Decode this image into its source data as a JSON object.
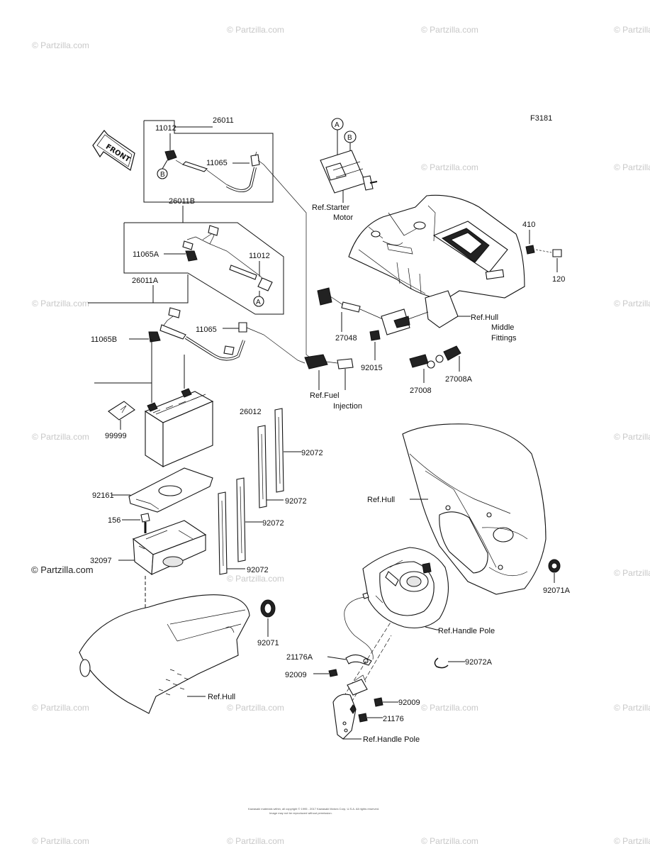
{
  "figure_code": "F3181",
  "front_label": "FRONT",
  "watermark_text": "© Partzilla.com",
  "copyright_lines": [
    "Kawasaki materials within, all copyright © 1995 - 2017 Kawasaki Motors Corp, U.S.A. All rights reserved.",
    "Image may not be reproduced without permission."
  ],
  "callouts": {
    "A": "A",
    "B": "B"
  },
  "parts": {
    "p26011": "26011",
    "p11012_top": "11012",
    "p11065_top": "11065",
    "p26011B": "26011B",
    "p11065A": "11065A",
    "p11012_mid": "11012",
    "p26011A": "26011A",
    "p11065": "11065",
    "p11065B": "11065B",
    "p26012": "26012",
    "p99999": "99999",
    "p92072_a": "92072",
    "p92072_b": "92072",
    "p92072_c": "92072",
    "p92072_d": "92072",
    "p92161": "92161",
    "p156": "156",
    "p32097": "32097",
    "p92071": "92071",
    "p410": "410",
    "p120": "120",
    "p27048": "27048",
    "p92015": "92015",
    "p27008": "27008",
    "p27008A": "27008A",
    "p92071A": "92071A",
    "p21176A": "21176A",
    "p92009_a": "92009",
    "p92009_b": "92009",
    "p21176": "21176",
    "p92072A": "92072A"
  },
  "refs": {
    "starter_line1": "Ref.Starter",
    "starter_line2": "Motor",
    "hull_mid_line1": "Ref.Hull",
    "hull_mid_line2": "Middle",
    "hull_mid_line3": "Fittings",
    "fuel_line1": "Ref.Fuel",
    "fuel_line2": "Injection",
    "hull_right": "Ref.Hull",
    "handle_pole_1": "Ref.Handle Pole",
    "hull_bottom": "Ref.Hull",
    "handle_pole_2": "Ref.Handle Pole"
  }
}
